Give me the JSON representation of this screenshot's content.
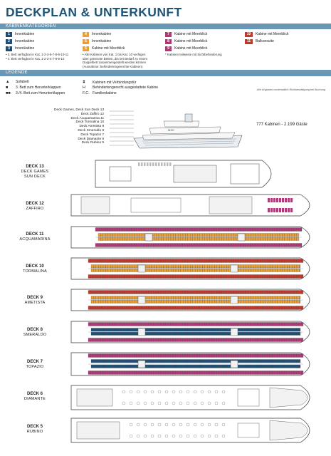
{
  "title": "DECKPLAN & UNTERKUNFT",
  "section_categories": "KABINENKATEGORIEN",
  "section_legend": "LEGENDE",
  "categories": {
    "col1": [
      {
        "num": "1",
        "label": "Innenkabine",
        "color": "#1e4f78"
      },
      {
        "num": "2",
        "label": "Innenkabine",
        "color": "#1e4f78"
      },
      {
        "num": "3",
        "label": "Innenkabine",
        "color": "#1e4f78"
      }
    ],
    "col2": [
      {
        "num": "4",
        "label": "Innenkabine",
        "color": "#e8a03a"
      },
      {
        "num": "5",
        "label": "Innenkabine",
        "color": "#e8a03a"
      },
      {
        "num": "6",
        "label": "Kabine mit Meerblick",
        "color": "#e8a03a"
      }
    ],
    "col3": [
      {
        "num": "7",
        "label": "Kabine mit Meerblick",
        "color": "#b03a78"
      },
      {
        "num": "8",
        "label": "Kabine mit Meerblick",
        "color": "#b03a78"
      },
      {
        "num": "9",
        "label": "Kabine mit Meerblick",
        "color": "#b03a78"
      }
    ],
    "col4": [
      {
        "num": "10",
        "label": "Kabine mit Meerblick",
        "color": "#c0392b"
      },
      {
        "num": "11",
        "label": "Balkonsuite",
        "color": "#c0392b"
      }
    ]
  },
  "notes": {
    "col1": [
      "• 3. Bett verfügbar in Kat. 1-2-3-5-7-8-9-10-11",
      "• 4. Bett verfügbar in Kat. 1-2-3-4-7-8-9-10"
    ],
    "col2": [
      "• Alle Kabinen von Kat. 1 bis Kat. 10 verfügen",
      "über getrennte Betten, die bei Bedarf zu einem",
      "Doppelbett zusammengestellt werden können",
      "(Ausnahme: behindertengerechte Kabinen)."
    ],
    "col3": [
      "* Kabinen teilweise mit Sichtbehinderung"
    ]
  },
  "legend": {
    "left": [
      {
        "symbol": "▲",
        "label": "Sofabett"
      },
      {
        "symbol": "■",
        "label": "3. Bett zum Herunterklappen"
      },
      {
        "symbol": "■■",
        "label": "3./4. Bett zum Herunterklappen"
      }
    ],
    "right": [
      {
        "symbol": "⧗",
        "label": "Kabinen mit Verbindungstür"
      },
      {
        "symbol": "H",
        "label": "Behindertengerecht ausgestattete Kabine"
      },
      {
        "symbol": "F.C.",
        "label": "Familienkabine"
      }
    ],
    "note": "Alle Angaben vorbehaltlich Rückbestätigung bei Buchung"
  },
  "ship_decks_list": [
    "Deck Games, Deck Sun Deck 13",
    "Deck Zaffiro 12",
    "Deck Acquamarina 11",
    "Deck Tormalina 10",
    "Deck Ametista 9",
    "Deck Smeraldo 8",
    "Deck Topazio 7",
    "Deck Diamante 6",
    "Deck Rubino 5"
  ],
  "capacity": "777 Kabinen - 2.199 Gäste",
  "decks": [
    {
      "number": "DECK 13",
      "name1": "DECK GAMES",
      "name2": "SUN DECK"
    },
    {
      "number": "DECK 12",
      "name1": "ZAFFIRO",
      "name2": ""
    },
    {
      "number": "DECK 11",
      "name1": "ACQUAMARINA",
      "name2": ""
    },
    {
      "number": "DECK 10",
      "name1": "TORMALINA",
      "name2": ""
    },
    {
      "number": "DECK 9",
      "name1": "AMETISTA",
      "name2": ""
    },
    {
      "number": "DECK 8",
      "name1": "SMERALDO",
      "name2": ""
    },
    {
      "number": "DECK 7",
      "name1": "TOPAZIO",
      "name2": ""
    },
    {
      "number": "DECK 6",
      "name1": "DIAMANTE",
      "name2": ""
    },
    {
      "number": "DECK 5",
      "name1": "RUBINO",
      "name2": ""
    }
  ],
  "colors": {
    "brand": "#1e5577",
    "bar": "#6a98b4",
    "cabin_blue": "#1e4f78",
    "cabin_orange": "#e8a03a",
    "cabin_magenta": "#b03a78",
    "cabin_red": "#c0392b",
    "plan_stroke": "#333333",
    "plan_fill": "#f2f2f2"
  }
}
